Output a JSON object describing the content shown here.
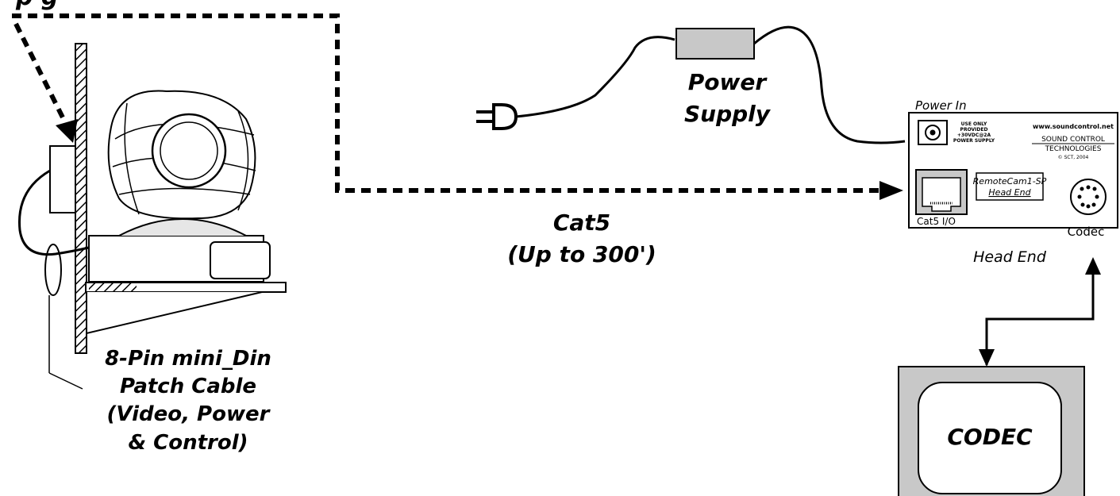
{
  "top_label_fragment": "p  g",
  "power_supply": {
    "line1": "Power",
    "line2": "Supply"
  },
  "cat5": {
    "line1": "Cat5",
    "line2": "(Up to 300')"
  },
  "patch_cable": {
    "line1": "8-Pin mini_Din",
    "line2": "Patch Cable",
    "line3": "(Video, Power",
    "line4": "& Control)"
  },
  "head_end": {
    "power_in": "Power In",
    "warning": [
      "USE ONLY",
      "PROVIDED",
      "+30VDC@2A",
      "POWER SUPPLY"
    ],
    "website": "www.soundcontrol.net",
    "brand1": "SOUND CONTROL",
    "brand2": "TECHNOLOGIES",
    "copyright": "© SCT, 2004",
    "model1": "RemoteCam1-SP",
    "model2": "Head End",
    "cat5_io": "Cat5 I/O",
    "codec_port": "Codec",
    "caption": "Head End"
  },
  "codec_box": {
    "label": "CODEC"
  },
  "colors": {
    "stroke": "#000000",
    "gray": "#c8c8c8",
    "light": "#e6e6e6"
  }
}
